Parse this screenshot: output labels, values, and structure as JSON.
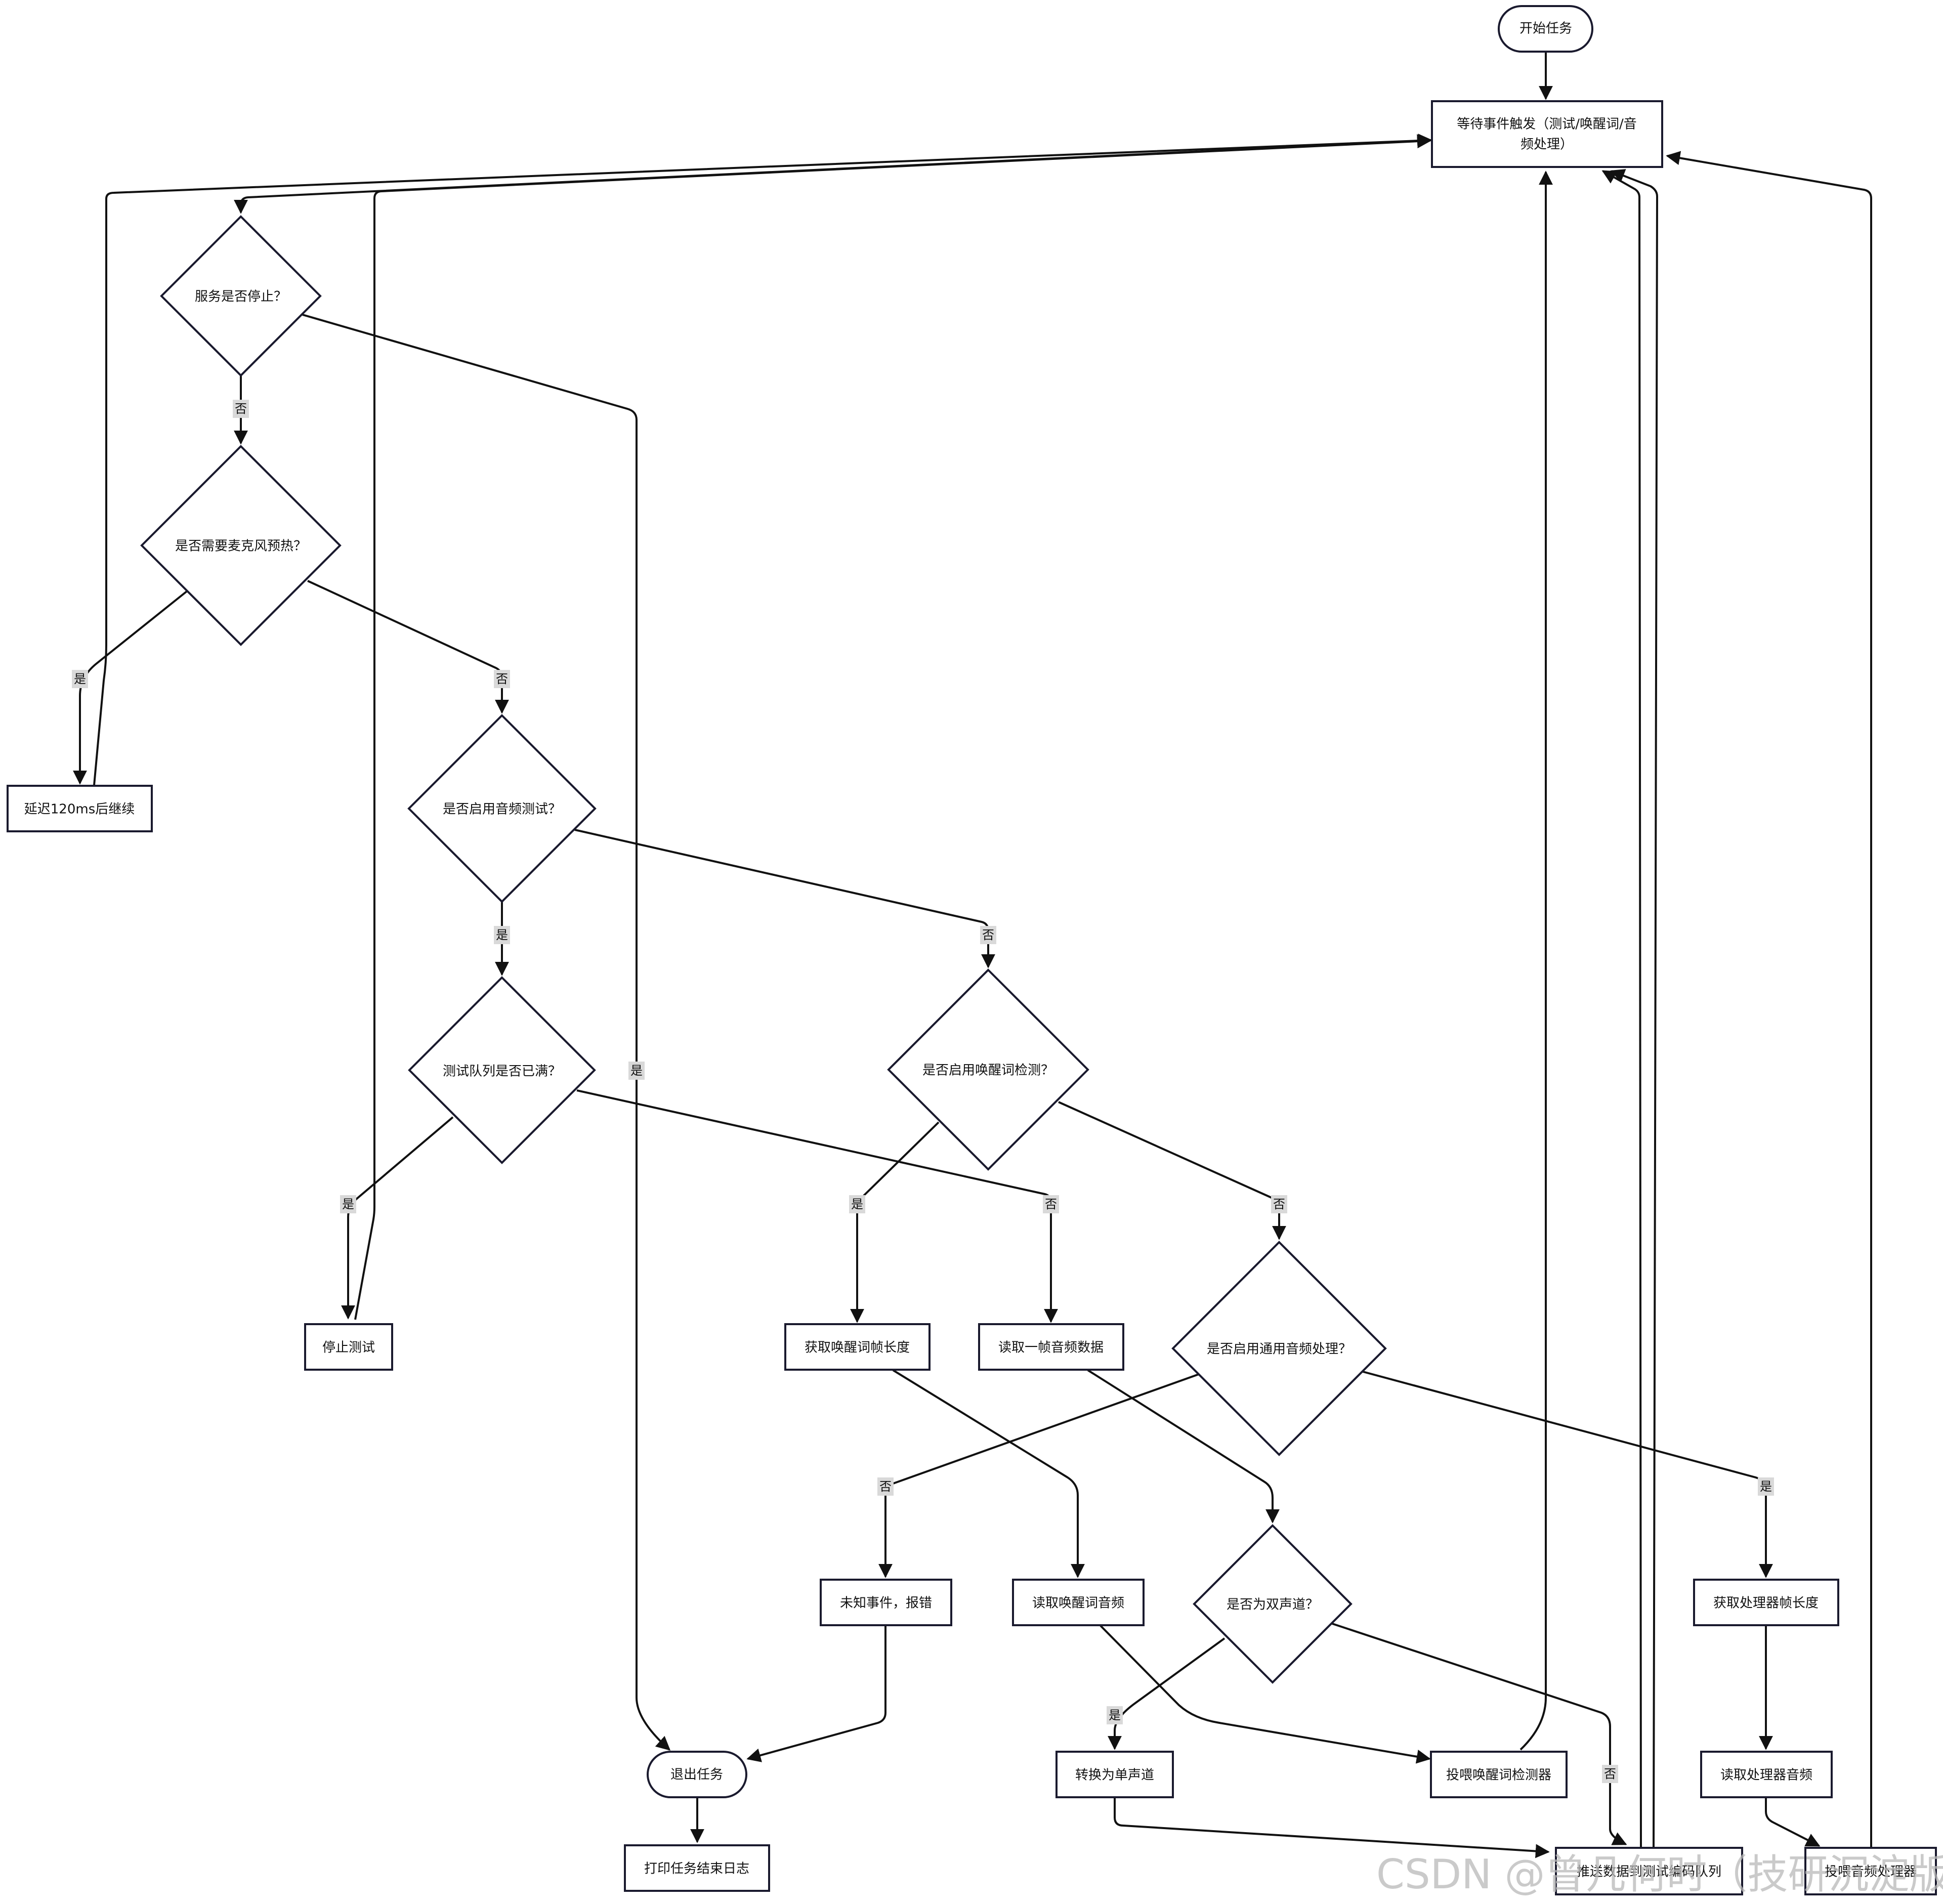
{
  "nodes": {
    "start": "开始任务",
    "wait_line1": "等待事件触发（测试/唤醒词/音",
    "wait_line2": "频处理）",
    "service_stopped": "服务是否停止？",
    "mic_preheat": "是否需要麦克风预热？",
    "delay": "延迟120ms后继续",
    "audio_test": "是否启用音频测试？",
    "queue_full": "测试队列是否已满？",
    "wake_enabled": "是否启用唤醒词检测？",
    "stop_test": "停止测试",
    "get_wake_len": "获取唤醒词帧长度",
    "read_frame": "读取一帧音频数据",
    "general_enabled": "是否启用通用音频处理？",
    "unknown_event": "未知事件，报错",
    "read_wake_audio": "读取唤醒词音频",
    "is_stereo": "是否为双声道？",
    "get_proc_len": "获取处理器帧长度",
    "exit_task": "退出任务",
    "to_mono": "转换为单声道",
    "feed_wake": "投喂唤醒词检测器",
    "read_proc_audio": "读取处理器音频",
    "print_log": "打印任务结束日志",
    "push_queue": "推送数据到测试编码队列",
    "feed_proc": "投喂音频处理器"
  },
  "edge_labels": {
    "yes": "是",
    "no": "否"
  },
  "watermark": "CSDN @曾几何时（技研沉淀版）",
  "colors": {
    "stroke": "#1a1a2e",
    "fill": "#ffffff",
    "edge": "#111111",
    "label_bg": "#d9d9d9"
  }
}
